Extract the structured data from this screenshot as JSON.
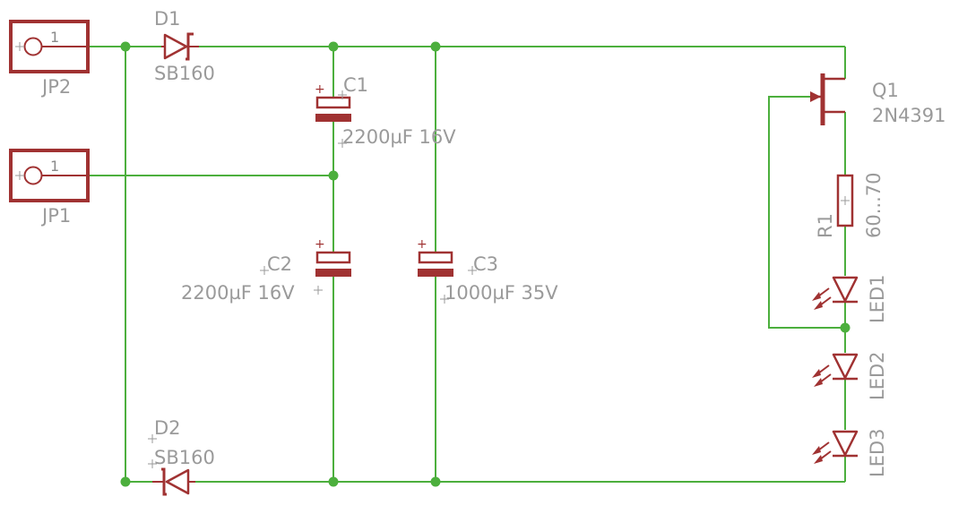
{
  "colors": {
    "wire": "#4caf3d",
    "part": "#a03232",
    "label": "#9a9a9a",
    "background": "#ffffff"
  },
  "components": {
    "jp2": {
      "name": "JP2",
      "pin": "1"
    },
    "jp1": {
      "name": "JP1",
      "pin": "1"
    },
    "d1": {
      "name": "D1",
      "value": "SB160"
    },
    "d2": {
      "name": "D2",
      "value": "SB160"
    },
    "c1": {
      "name": "C1",
      "value": "2200µF 16V"
    },
    "c2": {
      "name": "C2",
      "value": "2200µF 16V"
    },
    "c3": {
      "name": "C3",
      "value": "1000µF 35V"
    },
    "q1": {
      "name": "Q1",
      "value": "2N4391"
    },
    "r1": {
      "name": "R1",
      "value": "60...70"
    },
    "led1": {
      "name": "LED1"
    },
    "led2": {
      "name": "LED2"
    },
    "led3": {
      "name": "LED3"
    }
  },
  "polarity_mark": "+"
}
